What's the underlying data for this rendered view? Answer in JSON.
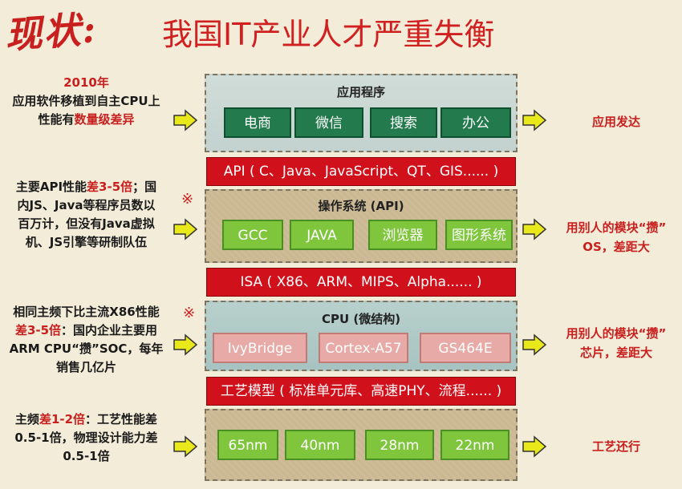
{
  "title": {
    "handwritten": "现状:",
    "main": "我国IT产业人才严重失衡"
  },
  "left_notes": {
    "note1_line1": "2010年",
    "note1_line2": "应用软件移植到自主CPU上",
    "note1_line3_a": "性能有",
    "note1_line3_b": "数量级差异",
    "note2_line1_a": "主要API性能",
    "note2_line1_b": "差3-5倍",
    "note2_line1_c": "；国",
    "note2_line2": "内JS、Java等程序员数以",
    "note2_line3": "百万计，但没有Java虚拟",
    "note2_line4": "机、JS引擎等研制队伍",
    "note3_line1": "相同主频下比主流X86性能",
    "note3_line2_a": "差3-5倍",
    "note3_line2_b": "：国内企业主要用",
    "note3_line3": "ARM CPU“攒”SOC，每年",
    "note3_line4": "销售几亿片",
    "note4_line1_a": "主频",
    "note4_line1_b": "差1-2倍",
    "note4_line1_c": "：工艺性能差",
    "note4_line2": "0.5-1倍，物理设计能力差",
    "note4_line3": "0.5-1倍"
  },
  "layers": {
    "app": {
      "label": "应用程序",
      "items": [
        "电商",
        "微信",
        "搜索",
        "办公"
      ]
    },
    "api_bar": "API ( C、Java、JavaScript、QT、GIS...... )",
    "os": {
      "label": "操作系统 (API)",
      "items": [
        "GCC",
        "JAVA",
        "浏览器",
        "图形系统"
      ]
    },
    "isa_bar": "ISA ( X86、ARM、MIPS、Alpha...... )",
    "cpu": {
      "label": "CPU (微结构)",
      "items": [
        "IvyBridge",
        "Cortex-A57",
        "GS464E"
      ]
    },
    "process_bar": "工艺模型 ( 标准单元库、高速PHY、流程...... )",
    "process": {
      "items": [
        "65nm",
        "40nm",
        "28nm",
        "22nm"
      ]
    }
  },
  "right_notes": {
    "app": "应用发达",
    "os_line1": "用别人的模块“攒”",
    "os_line2": "OS，差距大",
    "cpu_line1": "用别人的模块“攒”",
    "cpu_line2": "芯片，差距大",
    "process": "工艺还行"
  },
  "marks": {
    "x": "※"
  },
  "colors": {
    "title_red": "#d02020",
    "bar_red": "#d0101a",
    "box_dark_green": "#237a4d",
    "box_light_green": "#7fc63d",
    "box_pink": "#e8aaa6",
    "arrow_yellow": "#e8e81a"
  }
}
